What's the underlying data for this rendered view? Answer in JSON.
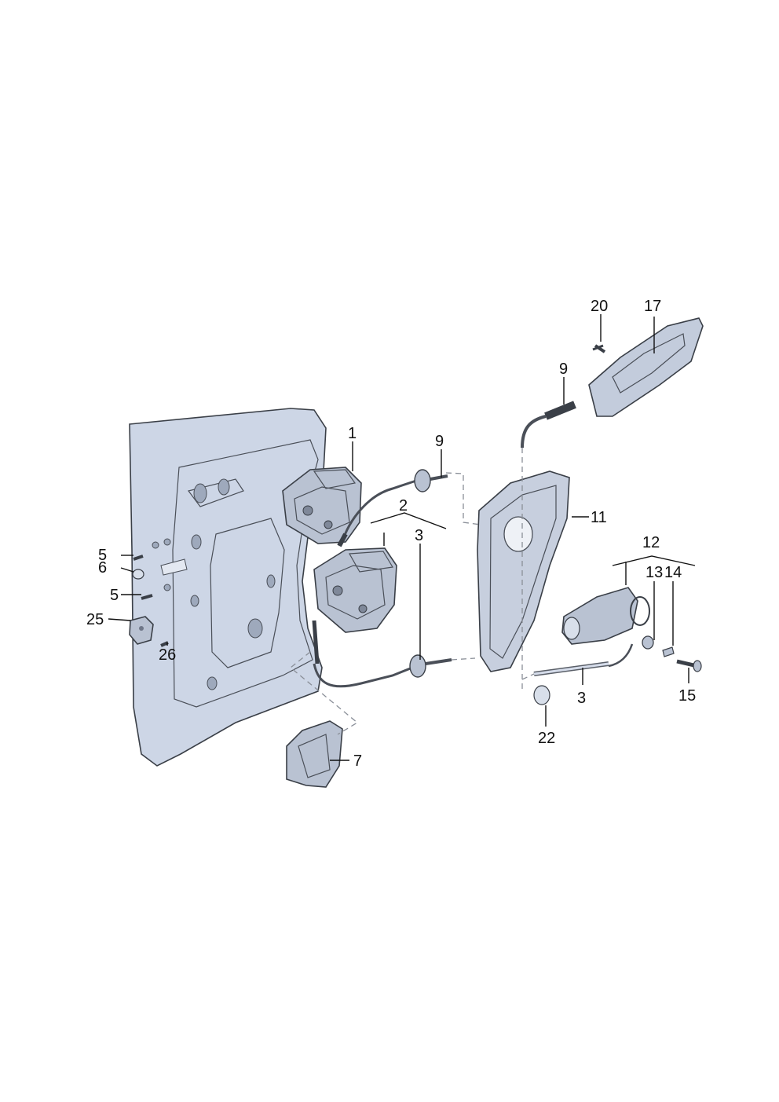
{
  "diagram": {
    "colors": {
      "panel": "#cdd6e6",
      "panel_dark": "#aab5c8",
      "part": "#b9c2d2",
      "part_dark": "#7f8899",
      "ink": "#111111"
    },
    "callouts": {
      "c1": "1",
      "c2": "2",
      "c3a": "3",
      "c3b": "3",
      "c5a": "5",
      "c5b": "5",
      "c6": "6",
      "c7": "7",
      "c9a": "9",
      "c9b": "9",
      "c11": "11",
      "c12": "12",
      "c13": "13",
      "c14": "14",
      "c15": "15",
      "c17": "17",
      "c20": "20",
      "c22": "22",
      "c25": "25",
      "c26": "26"
    }
  }
}
